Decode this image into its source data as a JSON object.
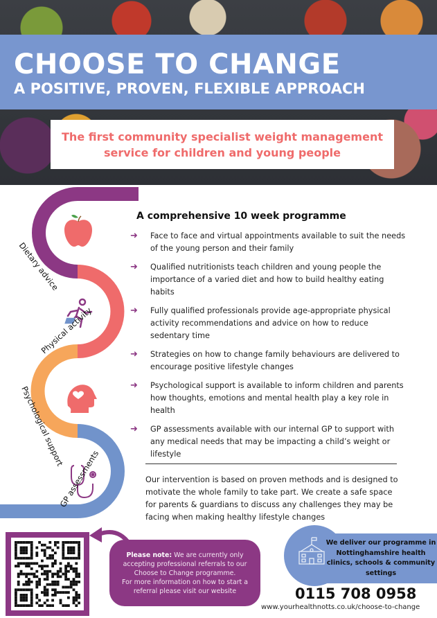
{
  "header": {
    "title": "CHOOSE TO CHANGE",
    "subtitle": "A POSITIVE, PROVEN, FLEXIBLE APPROACH",
    "tagline": "The first community specialist weight management service for children and young people"
  },
  "journey": {
    "stages": [
      "Dietary advice",
      "Physical activity",
      "Psychological support",
      "GP assessments"
    ],
    "colors": {
      "purple": "#8c3884",
      "red": "#ef6b6b",
      "orange": "#f6a65b",
      "blue": "#7193cb"
    }
  },
  "programme": {
    "title": "A comprehensive 10 week programme",
    "bullets": [
      "Face to face and virtual appointments available to suit the needs of the young person and their family",
      "Qualified nutritionists teach children and young people the importance of a varied diet and how to build healthy eating habits",
      "Fully qualified professionals provide age-appropriate physical activity recommendations and advice on how to reduce sedentary time",
      "Strategies on how to change family behaviours are delivered to encourage positive lifestyle changes",
      "Psychological support is available to inform children and parents how thoughts, emotions and mental health play a key role in health",
      "GP assessments available with our internal GP to support with any medical needs that may be impacting a child’s weight or lifestyle"
    ],
    "intro": "Our intervention is based on proven methods and is designed to motivate the whole family to take part. We create a safe space for parents & guardians to discuss any challenges they may be facing when making healthy lifestyle changes"
  },
  "note": {
    "label": "Please note:",
    "text": " We are currently only accepting professional referrals to our Choose to Change programme.",
    "more": "For more information on how to start a referral please visit our website"
  },
  "delivery": {
    "text": "We deliver our programme in Nottinghamshire health clinics, schools & community settings"
  },
  "contact": {
    "phone": "0115 708 0958",
    "url": "www.yourhealthnotts.co.uk/choose-to-change"
  }
}
